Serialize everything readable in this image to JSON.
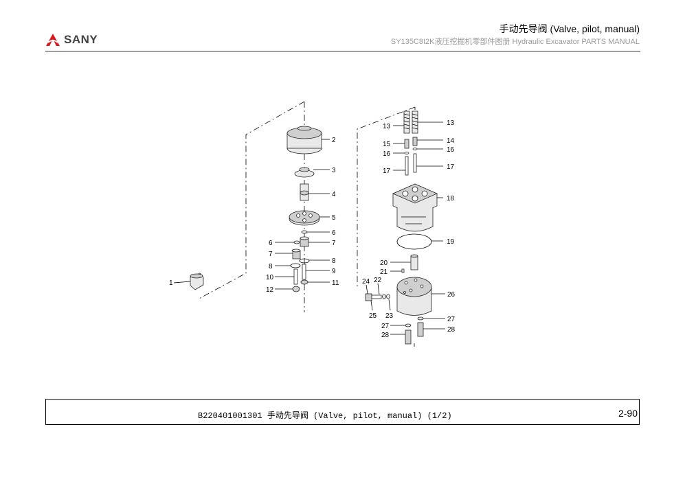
{
  "header": {
    "brand": "SANY",
    "title": "手动先导阀 (Valve, pilot, manual)",
    "subtitle": "SY135C8I2K液压挖掘机零部件图册 Hydraulic Excavator PARTS MANUAL"
  },
  "diagram": {
    "labels": {
      "p1": "1",
      "p2": "2",
      "p3": "3",
      "p4": "4",
      "p5": "5",
      "p6a": "6",
      "p6b": "6",
      "p7a": "7",
      "p7b": "7",
      "p8a": "8",
      "p8b": "8",
      "p9": "9",
      "p10": "10",
      "p11": "11",
      "p12": "12",
      "p13a": "13",
      "p13b": "13",
      "p14": "14",
      "p15": "15",
      "p16a": "16",
      "p16b": "16",
      "p17a": "17",
      "p17b": "17",
      "p18": "18",
      "p19": "19",
      "p20": "20",
      "p21": "21",
      "p22": "22",
      "p23": "23",
      "p24": "24",
      "p25": "25",
      "p26": "26",
      "p27a": "27",
      "p27b": "27",
      "p28a": "28",
      "p28b": "28"
    }
  },
  "footer": {
    "caption": "B220401001301 手动先导阀 (Valve, pilot, manual) (1/2)",
    "page_number": "2-90"
  },
  "colors": {
    "brand_red": "#d7191f",
    "rule": "#333333",
    "subtitle_gray": "#9a9a9a"
  }
}
